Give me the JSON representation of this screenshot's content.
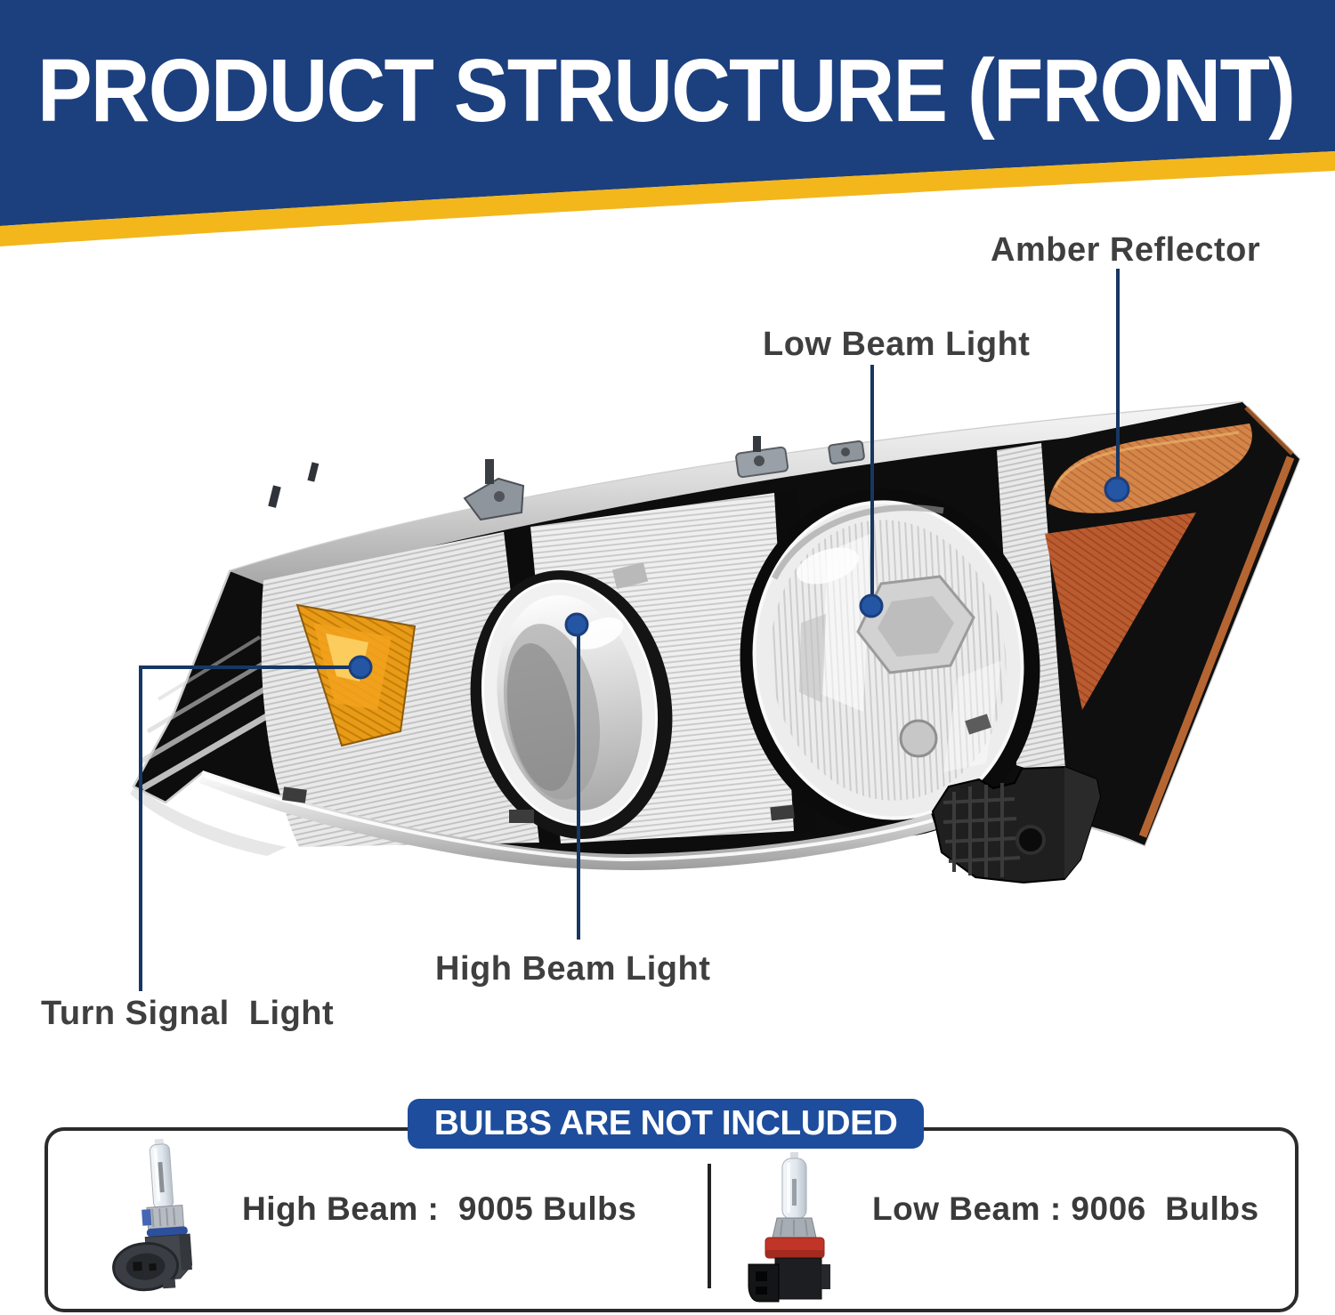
{
  "header": {
    "title": "PRODUCT STRUCTURE (FRONT)"
  },
  "callouts": {
    "amber_reflector": {
      "label": "Amber Reflector"
    },
    "low_beam": {
      "label": "Low Beam Light"
    },
    "high_beam": {
      "label": "High Beam Light"
    },
    "turn_signal": {
      "label": "Turn Signal  Light"
    }
  },
  "bulbs_section": {
    "banner": "BULBS ARE NOT INCLUDED",
    "high_beam_spec": "High Beam :  9005 Bulbs",
    "low_beam_spec": "Low Beam : 9006  Bulbs"
  },
  "colors": {
    "header_blue": "#1c3f7e",
    "accent_yellow": "#f3b71c",
    "banner_blue": "#1d4d9c",
    "leader_navy": "#173763",
    "dot_blue": "#2456a4",
    "label_gray": "#3f3f3f",
    "reflector_amber": "#d4854a",
    "reflector_amber_deep": "#bb5c30",
    "turn_signal_amber": "#e89b16"
  }
}
